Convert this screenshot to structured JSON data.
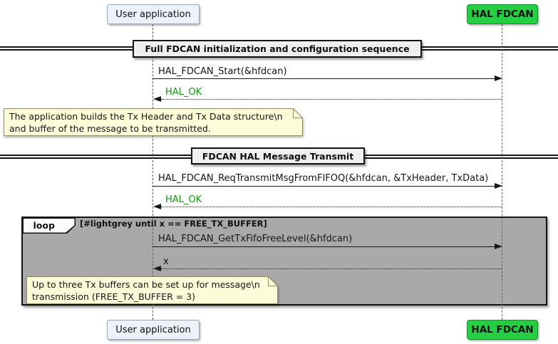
{
  "diagram": {
    "participants": [
      {
        "id": "user-application",
        "label": "User application",
        "fill": "#EDF2FA",
        "border": "#98A4B8"
      },
      {
        "id": "hal-fdcan",
        "label": "HAL FDCAN",
        "fill": "#25CE42",
        "border": "#0E8F28"
      }
    ],
    "dividers": [
      {
        "label": "Full FDCAN initialization and configuration sequence"
      },
      {
        "label": "FDCAN HAL Message Transmit"
      }
    ],
    "messages": [
      {
        "from": "user-application",
        "to": "hal-fdcan",
        "label": "HAL_FDCAN_Start(&hfdcan)",
        "style": "solid",
        "color": "#161616"
      },
      {
        "from": "hal-fdcan",
        "to": "user-application",
        "label": "HAL_OK",
        "style": "dotted",
        "color": "#0F9A0F"
      },
      {
        "from": "user-application",
        "to": "hal-fdcan",
        "label": "HAL_FDCAN_ReqTransmitMsgFromFIFOQ(&hfdcan, &TxHeader, TxData)",
        "style": "solid",
        "color": "#161616"
      },
      {
        "from": "hal-fdcan",
        "to": "user-application",
        "label": "HAL_OK",
        "style": "dotted",
        "color": "#0F9A0F"
      },
      {
        "from": "user-application",
        "to": "hal-fdcan",
        "label": "HAL_FDCAN_GetTxFifoFreeLevel(&hfdcan)",
        "style": "solid",
        "color": "#161616"
      },
      {
        "from": "hal-fdcan",
        "to": "user-application",
        "label": "x",
        "style": "dotted",
        "color": "#161616"
      }
    ],
    "loop": {
      "operator": "loop",
      "condition": "[#lightgrey until x == FREE_TX_BUFFER]",
      "fill": "#A9A9A9"
    },
    "notes": [
      {
        "lines": [
          "The application builds the Tx Header and Tx Data structure\\n",
          "and buffer of the message to be transmitted."
        ],
        "fill": "#FCFCD8"
      },
      {
        "lines": [
          "Up to three Tx buffers can be set up for message\\n",
          "transmission (FREE_TX_BUFFER = 3)"
        ],
        "fill": "#FCFCD8"
      }
    ]
  }
}
